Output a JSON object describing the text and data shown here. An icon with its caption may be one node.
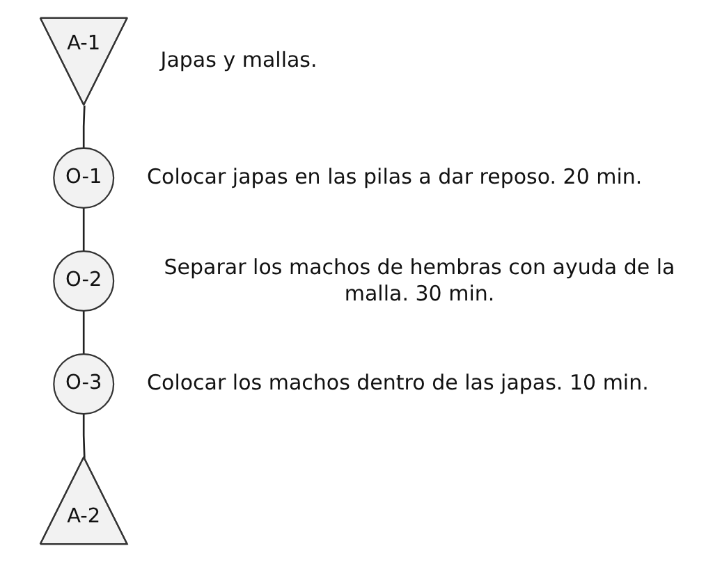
{
  "diagram": {
    "nodes": [
      {
        "text": [
          "A-1"
        ],
        "beside": [
          "Japas y mallas."
        ]
      },
      {
        "text": [
          "O-1"
        ],
        "beside": [
          "Colocar japas en las pilas a dar reposo. 20 min."
        ]
      },
      {
        "text": [
          "O-2"
        ],
        "beside": [
          "Separar los machos de hembras con ayuda de la malla. 30 min."
        ]
      },
      {
        "text": [
          "O-3"
        ],
        "beside": [
          "Colocar los machos dentro de las japas. 10 min."
        ]
      },
      {
        "text": [
          "A-2"
        ]
      }
    ],
    "edges": [
      {
        "from": 0,
        "to": 1,
        "arrow": "none"
      },
      {
        "from": 1,
        "to": 2,
        "arrow": "none"
      },
      {
        "from": 2,
        "to": 3,
        "arrow": "none"
      },
      {
        "from": 3,
        "to": 4,
        "arrow": "none"
      }
    ]
  }
}
